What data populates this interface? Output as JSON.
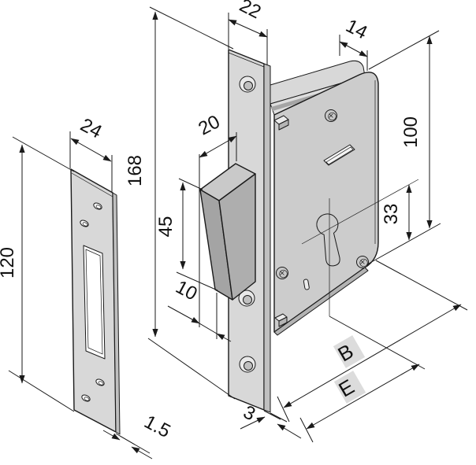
{
  "drawing": {
    "type": "technical-diagram",
    "subject": "mortise lock with strike plate, isometric dimensioned drawing",
    "colors": {
      "background": "#ffffff",
      "line": "#1a1a1a",
      "metal_light": "#d8d8d8",
      "metal_mid": "#cccccc",
      "metal_edge": "#c0c0c0",
      "bolt_dark": "#a4a4a4",
      "bolt_side": "#aeaeae",
      "bolt_top": "#c9c9c9",
      "label_bg": "#dcdcdc"
    },
    "dims": {
      "strike_width": "24",
      "strike_height": "120",
      "strike_thickness": "1.5",
      "faceplate_width": "22",
      "faceplate_height": "168",
      "faceplate_thickness": "3",
      "case_top_depth": "14",
      "case_height": "100",
      "cylinder_to_bottom": "33",
      "bolt_width": "20",
      "bolt_height": "45",
      "bolt_offset": "10",
      "backset_label": "B",
      "entry_label": "E"
    }
  }
}
